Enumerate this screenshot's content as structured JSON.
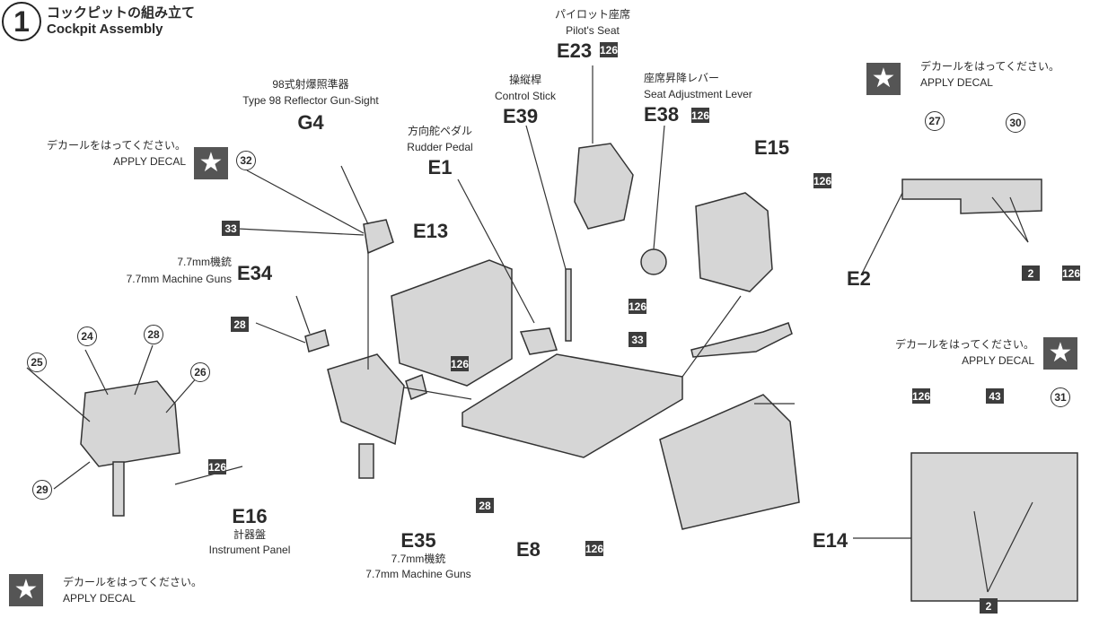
{
  "step": {
    "number": "1",
    "title_jp": "コックピットの組み立て",
    "title_en": "Cockpit Assembly"
  },
  "decal_note": {
    "jp": "デカールをはってください。",
    "en": "APPLY  DECAL"
  },
  "parts": {
    "e23": {
      "jp": "パイロット座席",
      "en": "Pilot's Seat",
      "code": "E23"
    },
    "e39": {
      "jp": "操縦桿",
      "en": "Control Stick",
      "code": "E39"
    },
    "e38": {
      "jp": "座席昇降レバー",
      "en": "Seat Adjustment Lever",
      "code": "E38"
    },
    "g4": {
      "jp": "98式射爆照準器",
      "en": "Type 98 Reflector Gun-Sight",
      "code": "G4"
    },
    "e1": {
      "jp": "方向舵ペダル",
      "en": "Rudder Pedal",
      "code": "E1"
    },
    "e34": {
      "jp": "7.7mm機銃",
      "en": "7.7mm Machine Guns",
      "code": "E34"
    },
    "e35": {
      "jp": "7.7mm機銃",
      "en": "7.7mm Machine Guns",
      "code": "E35"
    },
    "e16": {
      "jp": "計器盤",
      "en": "Instrument Panel",
      "code": "E16"
    },
    "e13": "E13",
    "e15": "E15",
    "e2": "E2",
    "e8": "E8",
    "e14": "E14"
  },
  "paint_codes": {
    "c126": "126",
    "c33": "33",
    "c28": "28",
    "c43": "43",
    "c2": "2"
  },
  "decals": {
    "d24": "24",
    "d25": "25",
    "d26": "26",
    "d27": "27",
    "d28": "28",
    "d29": "29",
    "d30": "30",
    "d31": "31",
    "d32": "32"
  },
  "colors": {
    "ink": "#2a2a2a",
    "part_fill": "#d8d8d8",
    "paint_box": "#3d3d3d"
  }
}
